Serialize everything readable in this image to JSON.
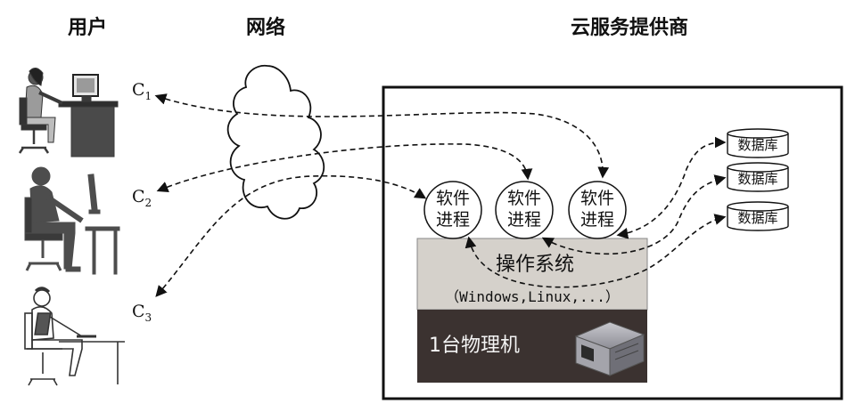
{
  "headings": {
    "users": "用户",
    "network": "网络",
    "provider": "云服务提供商"
  },
  "clients": [
    {
      "letter": "C",
      "sub": "1"
    },
    {
      "letter": "C",
      "sub": "2"
    },
    {
      "letter": "C",
      "sub": "3"
    }
  ],
  "processes": [
    {
      "line1": "软件",
      "line2": "进程"
    },
    {
      "line1": "软件",
      "line2": "进程"
    },
    {
      "line1": "软件",
      "line2": "进程"
    }
  ],
  "databases": [
    "数据库",
    "数据库",
    "数据库"
  ],
  "os": {
    "title": "操作系统",
    "subtitle": "（Windows,Linux,...）"
  },
  "physical_machine": {
    "label": "1台物理机"
  },
  "colors": {
    "os_band": "#d5d1cb",
    "machine_band": "#3b3230",
    "border": "#111111"
  }
}
